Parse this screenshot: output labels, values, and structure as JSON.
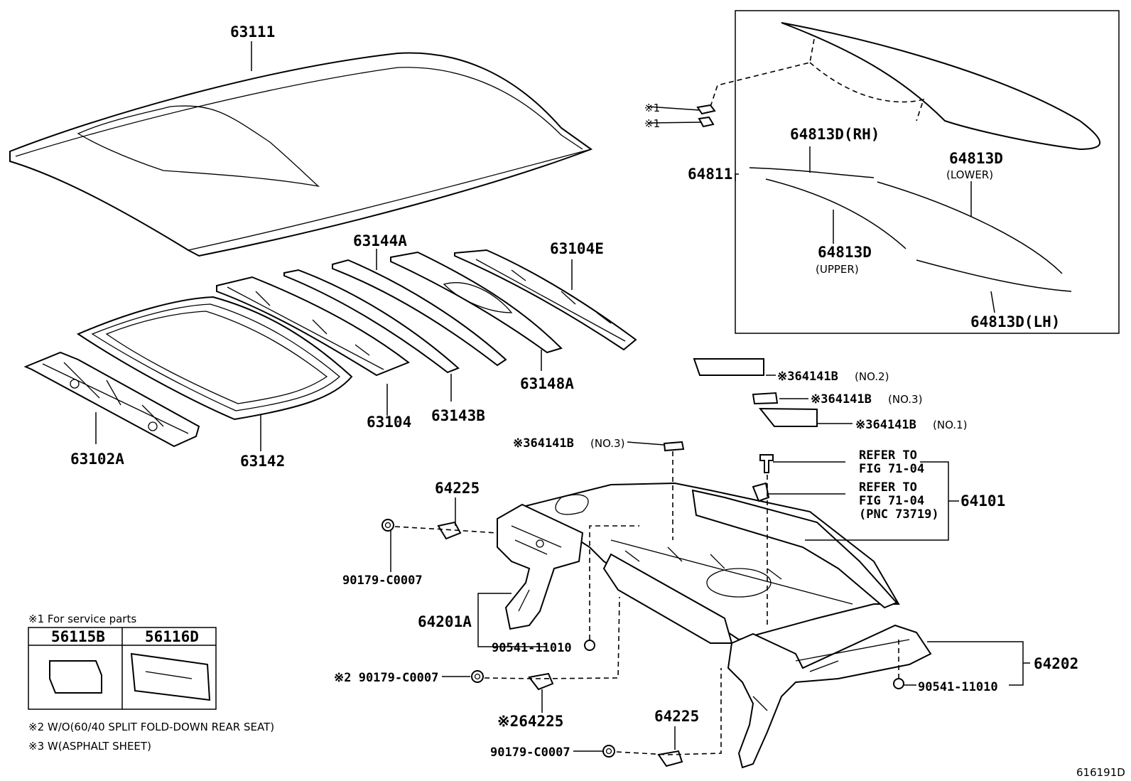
{
  "labels": {
    "roof_panel": "63111",
    "header_front": "63102A",
    "sunroof_reinf": "63142",
    "roof_bow_1": "63104",
    "roof_bow_2": "63143B",
    "roof_bow_3": "63144A",
    "roof_bow_4": "63148A",
    "roof_rear": "63104E",
    "window_assy": "64811",
    "mold_rh": "64813D(RH)",
    "mold_lower": "64813D",
    "mold_lower_sub": "(LOWER)",
    "mold_upper": "64813D",
    "mold_upper_sub": "(UPPER)",
    "mold_lh": "64813D(LH)",
    "mark1a": "※1",
    "mark1b": "※1",
    "sheet_no2": "※364141B",
    "sheet_no2_sub": "(NO.2)",
    "sheet_no3a": "※364141B",
    "sheet_no3a_sub": "(NO.3)",
    "sheet_no1": "※364141B",
    "sheet_no1_sub": "(NO.1)",
    "sheet_no3b": "※364141B",
    "sheet_no3b_sub": "(NO.3)",
    "refer1_line1": "REFER TO",
    "refer1_line2": "FIG 71-04",
    "refer2_line1": "REFER TO",
    "refer2_line2": "FIG 71-04",
    "refer2_line3": "(PNC 73719)",
    "package_tray": "64101",
    "bracket_a": "64225",
    "nut_a": "90179-C0007",
    "side_l": "64201A",
    "plug_a": "90541-11010",
    "nut_b": "※2 90179-C0007",
    "bracket_b": "※264225",
    "bracket_c": "64225",
    "nut_c": "90179-C0007",
    "side_r": "64202",
    "plug_b": "90541-11010",
    "figure_id": "616191D"
  },
  "legend": {
    "service_note": "※1 For service parts",
    "col1": "56115B",
    "col2": "56116D",
    "note2": "※2 W/O(60/40 SPLIT FOLD-DOWN REAR SEAT)",
    "note3": "※3 W(ASPHALT SHEET)"
  }
}
